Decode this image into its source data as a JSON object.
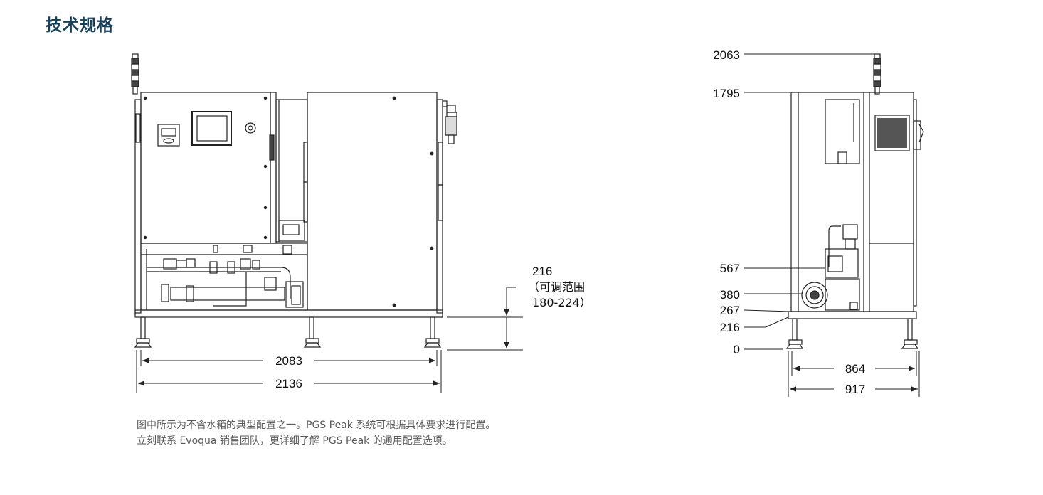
{
  "title": "技术规格",
  "front_view": {
    "dim_width_inner": "2083",
    "dim_width_outer": "2136",
    "foot_label_line1": "216",
    "foot_label_line2": "（可调范围",
    "foot_label_line3": "180-224）"
  },
  "side_view": {
    "heights": [
      "2063",
      "1795",
      "567",
      "380",
      "267",
      "216",
      "0"
    ],
    "dim_width_inner": "864",
    "dim_width_outer": "917"
  },
  "caption": {
    "line1": "图中所示为不含水箱的典型配置之一。PGS Peak 系统可根据具体要求进行配置。",
    "line2": "立刻联系 Evoqua 销售团队，更详细了解 PGS Peak 的通用配置选项。"
  },
  "colors": {
    "title": "#17405a",
    "line": "#222222",
    "caption": "#5a5a5a"
  }
}
